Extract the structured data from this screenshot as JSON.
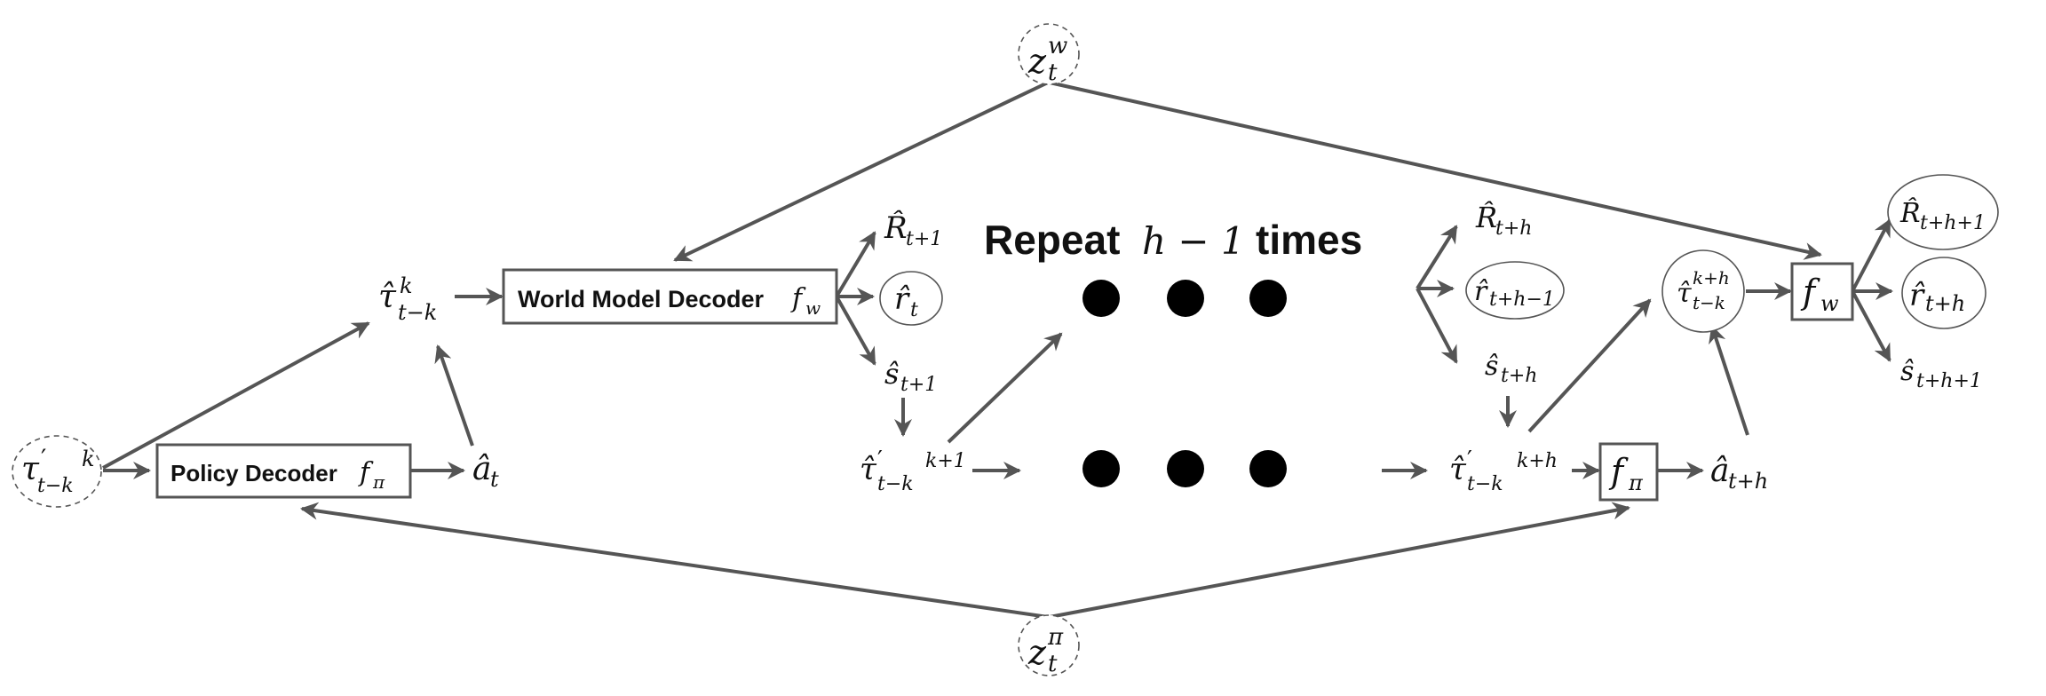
{
  "diagram": {
    "latents": {
      "z_w": {
        "base": "z",
        "sub": "t",
        "sup": "w"
      },
      "z_pi": {
        "base": "z",
        "sub": "t",
        "sup": "π"
      }
    },
    "inputs": {
      "tau_prime": {
        "base": "τ",
        "prime": "′",
        "sub": "t−k",
        "sup": "k"
      }
    },
    "boxes": {
      "world_model": {
        "label": "World Model Decoder",
        "func": "f",
        "func_sub": "w"
      },
      "policy": {
        "label": "Policy Decoder",
        "func": "f",
        "func_sub": "π"
      },
      "fw_small": {
        "func": "f",
        "func_sub": "w"
      },
      "fpi_small": {
        "func": "f",
        "func_sub": "π"
      }
    },
    "nodes": {
      "tau_hat": {
        "base": "τ̂",
        "sup": "k",
        "sub": "t−k"
      },
      "a_t": {
        "base": "â",
        "sub": "t"
      },
      "R_t1": {
        "base": "R̂",
        "sub": "t+1"
      },
      "r_t": {
        "base": "r̂",
        "sub": "t"
      },
      "s_t1": {
        "base": "ŝ",
        "sub": "t+1"
      },
      "tau_prime_k1": {
        "base": "τ̂",
        "prime": "′",
        "sub": "t−k",
        "sup": "k+1"
      },
      "R_th": {
        "base": "R̂",
        "sub": "t+h"
      },
      "r_th1": {
        "base": "r̂",
        "sub": "t+h−1"
      },
      "s_th": {
        "base": "ŝ",
        "sub": "t+h"
      },
      "tau_prime_kh": {
        "base": "τ̂",
        "prime": "′",
        "sub": "t−k",
        "sup": "k+h"
      },
      "tau_hat_kh": {
        "base": "τ̂",
        "sup": "k+h",
        "sub": "t−k"
      },
      "a_th": {
        "base": "â",
        "sub": "t+h"
      },
      "R_th1": {
        "base": "R̂",
        "sub": "t+h+1"
      },
      "r_th": {
        "base": "r̂",
        "sub": "t+h"
      },
      "s_th1": {
        "base": "ŝ",
        "sub": "t+h+1"
      }
    },
    "repeat": {
      "prefix": "Repeat",
      "math": "h − 1",
      "suffix": "times"
    },
    "colors": {
      "edge": "#555555",
      "dot": "#000000",
      "text": "#111111"
    }
  }
}
